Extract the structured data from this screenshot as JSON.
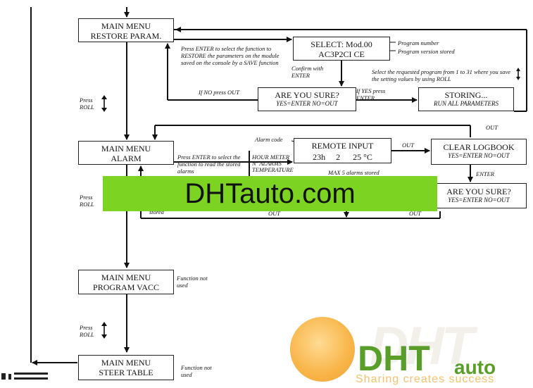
{
  "boxes": {
    "restore": {
      "line1": "MAIN MENU",
      "line2": "RESTORE PARAM."
    },
    "select": {
      "line1": "SELECT: Mod.00",
      "line2": "AC3P2CI CE"
    },
    "sure1": {
      "line1": "ARE YOU SURE?",
      "line2": "YES=ENTER  NO=OUT"
    },
    "storing": {
      "line1": "STORING...",
      "line2": "RUN ALL PARAMETERS"
    },
    "alarm": {
      "line1": "MAIN MENU",
      "line2": "ALARM"
    },
    "remote": {
      "line1": "REMOTE INPUT",
      "hours": "23h",
      "count": "2",
      "temp": "25 °C"
    },
    "clear": {
      "line1": "CLEAR LOGBOOK",
      "line2": "YES=ENTER  NO=OUT"
    },
    "sure2": {
      "line1": "ARE YOU SURE?",
      "line2": "YES=ENTER  NO=OUT"
    },
    "vacc": {
      "line1": "MAIN MENU",
      "line2": "PROGRAM VACC"
    },
    "steer": {
      "line1": "MAIN MENU",
      "line2": "STEER TABLE"
    }
  },
  "notes": {
    "press_enter_restore": "Press ENTER to select the function to RESTORE the parameters on the module saved on the console by a SAVE function",
    "program_number": "Program number",
    "program_version": "Program version stored",
    "confirm_with_enter": "Confirm with ENTER",
    "select_requested": "Select the requested program from 1 to 31 where you save the setting values by using ROLL",
    "if_no_press_out": "If NO press OUT",
    "if_yes_press_enter": "If YES press ENTER",
    "press_roll_1": "Press ROLL",
    "press_roll_2": "Press ROLL",
    "press_roll_3": "Press ROLL",
    "out_top": "OUT",
    "alarm_code": "Alarm code",
    "press_enter_alarm": "Press ENTER to select the function to read the stored alarms",
    "hour_meter": "HOUR METER",
    "n_alarms": "Nº ALARMS",
    "temperature": "TEMPERATURE",
    "out_remote": "OUT",
    "max_alarms": "MAX 5 alarms stored",
    "enter_clear": "ENTER",
    "stored": "stored",
    "out_bottom_1": "OUT",
    "out_bottom_2": "OUT",
    "function_not_used_1": "Function not used",
    "function_not_used_2": "Function not used"
  },
  "banner": {
    "text": "DHTauto.com",
    "color": "#7dd322"
  },
  "logo": {
    "big": "DHT",
    "word": "auto",
    "slogan": "Sharing creates success"
  },
  "colors": {
    "line": "#111111",
    "logo_green": "#5a9e2a",
    "logo_orange": "#f6a21a"
  }
}
